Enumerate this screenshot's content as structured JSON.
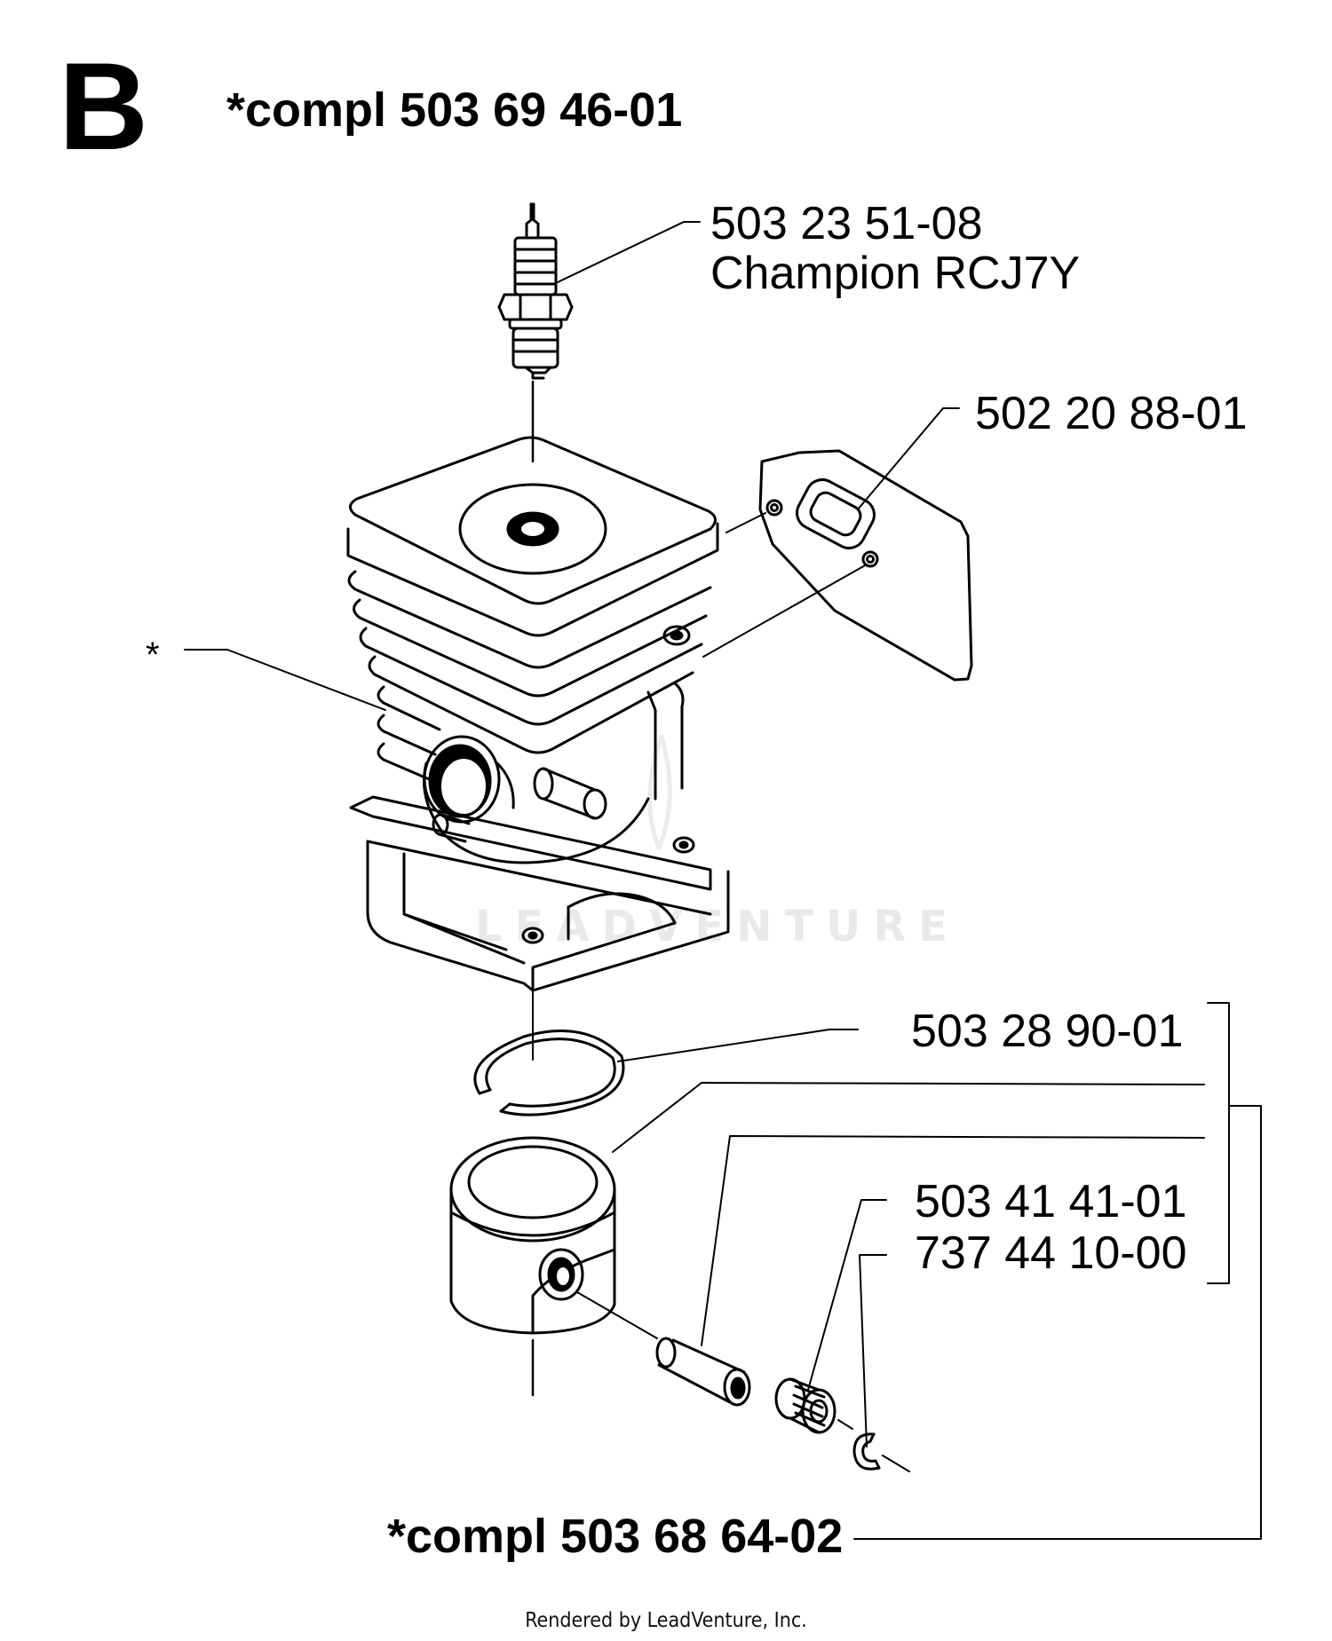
{
  "section": {
    "letter": "B"
  },
  "kits": {
    "cylinder_kit": "*compl 503 69 46-01",
    "piston_kit": "*compl 503 68 64-02"
  },
  "parts": {
    "spark_plug": {
      "number": "503 23 51-08",
      "name": "Champion RCJ7Y"
    },
    "gasket": {
      "number": "502 20 88-01"
    },
    "cylinder": {
      "marker": "*"
    },
    "piston_ring": {
      "number": "503 28 90-01"
    },
    "bearing": {
      "number": "503 41 41-01"
    },
    "circlip": {
      "number": "737 44 10-00"
    }
  },
  "watermark": {
    "text": "LEADVENTURE"
  },
  "footer": {
    "text": "Rendered by LeadVenture, Inc."
  },
  "colors": {
    "line": "#000000",
    "background": "#ffffff",
    "watermark": "#e9e9e9"
  }
}
